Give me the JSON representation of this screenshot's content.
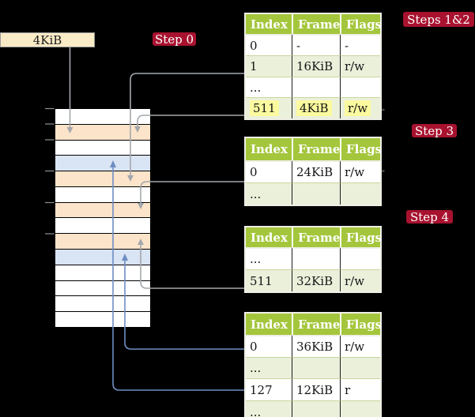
{
  "colors": {
    "badge_red": "#A8122F",
    "table_header_green": "#A4C63C",
    "table_row_shade": "#EBF0DB",
    "highlight_yellow": "#FBFA9F",
    "frame_box_fill": "#FAEBC7",
    "memory_free": "#FFFFFF",
    "memory_page_table": "#FCE4CA",
    "memory_mapped_page": "#D9E4F4",
    "arrow_gray": "#A4A8AC",
    "arrow_blue": "#6D8EC2"
  },
  "frame_box": {
    "label": "4KiB"
  },
  "steps": {
    "step0": "Step 0",
    "steps12": "Steps 1&2",
    "step3": "Step 3",
    "step4": "Step 4"
  },
  "page_tables": {
    "headers": [
      "Index",
      "Frame",
      "Flags"
    ],
    "tables": [
      {
        "name": "table-steps-1-2",
        "rows": [
          [
            "0",
            "-",
            "-"
          ],
          [
            "1",
            "16KiB",
            "r/w"
          ],
          [
            "...",
            "",
            ""
          ],
          [
            "511",
            "4KiB",
            "r/w"
          ]
        ],
        "highlight_row": 3
      },
      {
        "name": "table-step-3",
        "rows": [
          [
            "0",
            "24KiB",
            "r/w"
          ],
          [
            "...",
            "",
            ""
          ]
        ]
      },
      {
        "name": "table-step-4",
        "rows": [
          [
            "...",
            "",
            ""
          ],
          [
            "511",
            "32KiB",
            "r/w"
          ]
        ]
      },
      {
        "name": "table-final",
        "rows": [
          [
            "0",
            "36KiB",
            "r/w"
          ],
          [
            "...",
            "",
            ""
          ],
          [
            "127",
            "12KiB",
            "r"
          ],
          [
            "...",
            "",
            ""
          ]
        ]
      }
    ]
  },
  "memory": {
    "frames": [
      "free",
      "page_table",
      "free",
      "mapped_page",
      "page_table",
      "free",
      "page_table",
      "free",
      "page_table",
      "mapped_page",
      "free",
      "free",
      "free",
      "free"
    ]
  }
}
